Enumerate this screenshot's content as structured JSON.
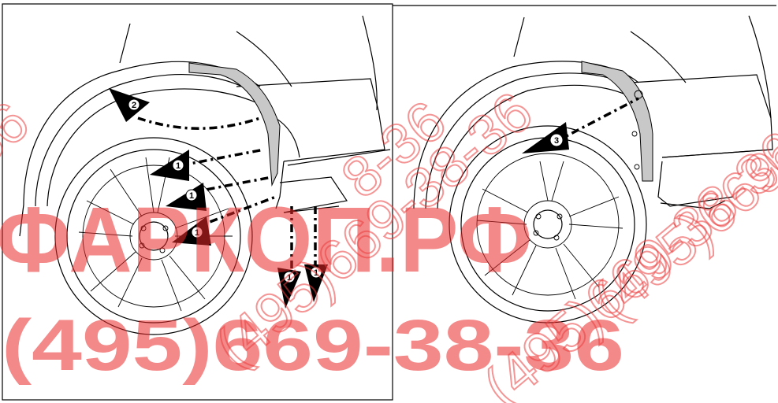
{
  "panels": {
    "left": {
      "callouts": [
        {
          "label": "2"
        },
        {
          "label": "1"
        },
        {
          "label": "1"
        },
        {
          "label": "1"
        },
        {
          "label": "1"
        },
        {
          "label": "1"
        }
      ]
    },
    "right": {
      "callouts": [
        {
          "label": "3"
        }
      ]
    }
  },
  "watermark": {
    "brand": "ФАРКОП.РФ",
    "phone": "(495)669-38-36",
    "diagonal_left": "(495)669-38-36",
    "diagonal_center": "(495)669-38-36",
    "diagonal_right": "(495)669-3",
    "diagonal_top": "8-36",
    "diagonal_edge": "56",
    "color": "#eb2828"
  }
}
